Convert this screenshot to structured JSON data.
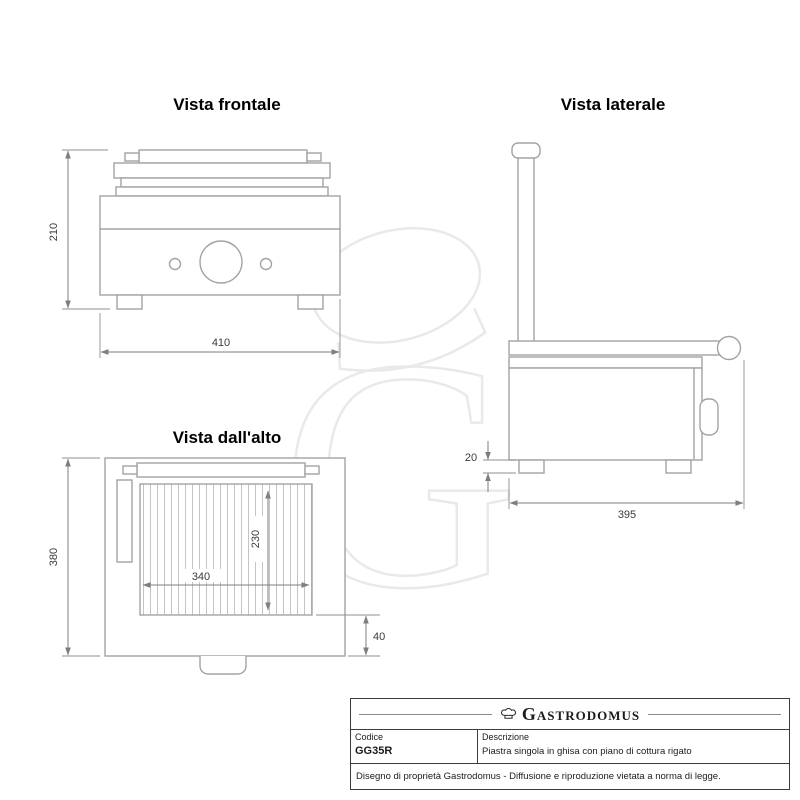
{
  "views": {
    "front": {
      "title": "Vista frontale",
      "dim_height": "210",
      "dim_width": "410"
    },
    "side": {
      "title": "Vista laterale",
      "dim_foot": "20",
      "dim_depth": "395"
    },
    "top": {
      "title": "Vista dall'alto",
      "dim_overall": "380",
      "dim_plate_width": "340",
      "dim_plate_depth": "230",
      "dim_tab": "40"
    }
  },
  "title_block": {
    "brand": "Gastrodomus",
    "code_label": "Codice",
    "code_value": "GG35R",
    "desc_label": "Descrizione",
    "desc_value": "Piastra singola in ghisa con piano di cottura rigato",
    "legal": "Disegno di proprietà Gastrodomus -  Diffusione e riproduzione vietata a norma di legge."
  }
}
